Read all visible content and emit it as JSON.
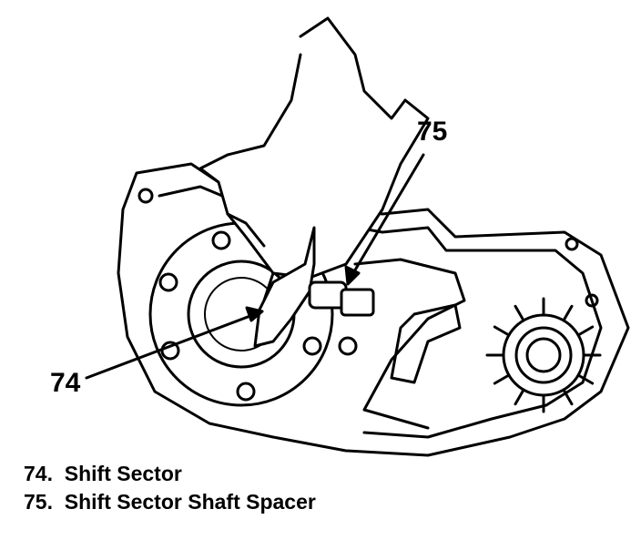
{
  "callouts": {
    "c74": "74",
    "c75": "75"
  },
  "legend": [
    {
      "number": "74.",
      "label": "Shift Sector"
    },
    {
      "number": "75.",
      "label": "Shift Sector Shaft Spacer"
    }
  ],
  "colors": {
    "ink": "#000000",
    "paper": "#ffffff"
  }
}
